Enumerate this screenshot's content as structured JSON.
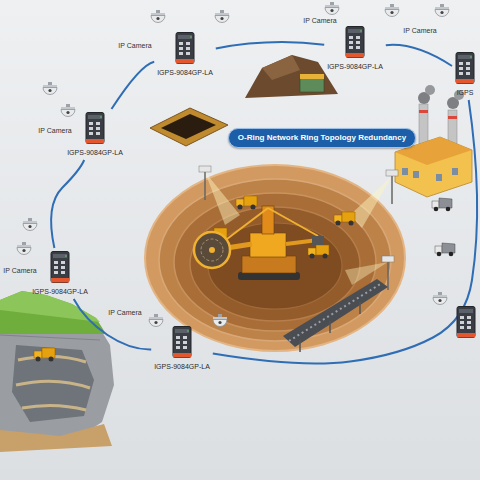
{
  "diagram": {
    "nodes": [
      {
        "text": [
          "IGPS-9084GP-LA"
        ]
      },
      {
        "text": [
          "IGPS-9084GP-LA"
        ]
      },
      {
        "text": [
          "IGPS"
        ]
      },
      {
        "text": [
          "O-Ring Network Ring Topology Redundancy"
        ]
      },
      {
        "text": [
          "IGPS-9084GP-LA"
        ]
      },
      {
        "text": [
          "IGPS-9084GP-LA"
        ]
      },
      {
        "text": [
          "IGPS-9084GP-LA"
        ]
      }
    ],
    "edges": [
      {
        "from": 0,
        "to": 1,
        "arrow": "none"
      },
      {
        "from": 1,
        "to": 2,
        "arrow": "none"
      },
      {
        "from": 2,
        "to": 6,
        "arrow": "none"
      },
      {
        "from": 6,
        "to": 5,
        "arrow": "none"
      },
      {
        "from": 5,
        "to": 4,
        "arrow": "none"
      },
      {
        "from": 4,
        "to": 0,
        "arrow": "none"
      }
    ],
    "labels": [
      "IP Camera",
      "IP Camera",
      "IP Camera",
      "IP Camera",
      "IP Camera",
      "IP Camera"
    ]
  }
}
